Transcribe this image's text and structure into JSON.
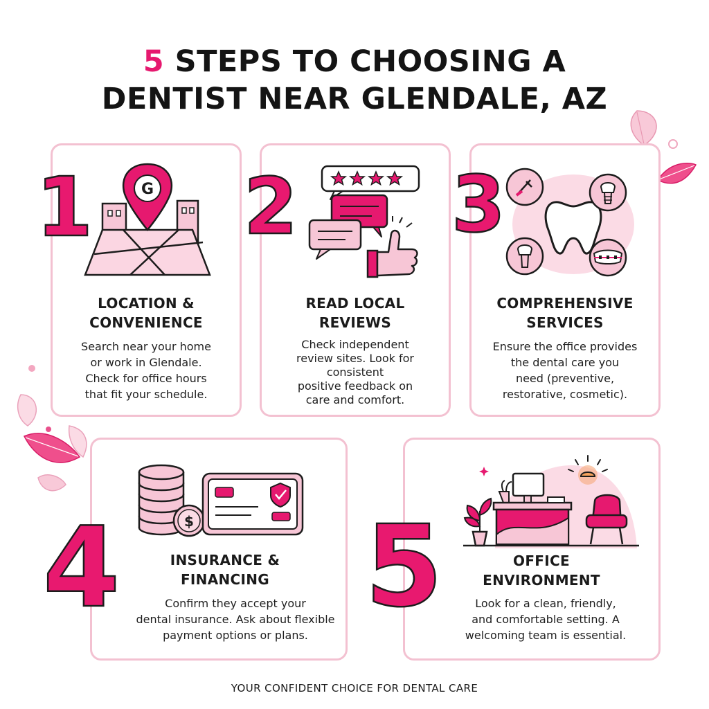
{
  "header": {
    "title_number": "5",
    "title_line1_rest": "STEPS TO CHOOSING A",
    "title_line2": "DENTIST NEAR GLENDALE, AZ"
  },
  "steps": [
    {
      "number": "1",
      "title_line1": "LOCATION &",
      "title_line2": "CONVENIENCE",
      "desc_lines": [
        "Search near your home",
        "or work in Glendale.",
        "Check for office hours",
        "that fit your schedule."
      ],
      "pin_letter": "G",
      "icon": "map-pin-icon"
    },
    {
      "number": "2",
      "title_line1": "READ LOCAL",
      "title_line2": "REVIEWS",
      "desc_lines": [
        "Check independent",
        "review sites. Look for",
        "consistent",
        "positive feedback on",
        "care and comfort."
      ],
      "icon": "reviews-icon"
    },
    {
      "number": "3",
      "title_line1": "COMPREHENSIVE",
      "title_line2": "SERVICES",
      "desc_lines": [
        "Ensure the office provides",
        "the dental care you",
        "need (preventive,",
        "restorative, cosmetic)."
      ],
      "icon": "tooth-services-icon"
    },
    {
      "number": "4",
      "title_line1": "INSURANCE &",
      "title_line2": "FINANCING",
      "desc_lines": [
        "Confirm they accept your",
        "dental insurance. Ask about flexible",
        "payment options or plans."
      ],
      "icon": "insurance-card-icon"
    },
    {
      "number": "5",
      "title_line1": "OFFICE",
      "title_line2": "ENVIRONMENT",
      "desc_lines": [
        "Look for a clean, friendly,",
        "and comfortable setting. A",
        "welcoming team is essential."
      ],
      "icon": "office-reception-icon"
    }
  ],
  "footer": {
    "tagline": "YOUR CONFIDENT CHOICE FOR DENTAL CARE"
  },
  "colors": {
    "accent": "#e6196f",
    "light_pink": "#f7c6d6",
    "border_pink": "#f3c1d1",
    "text": "#141414"
  }
}
